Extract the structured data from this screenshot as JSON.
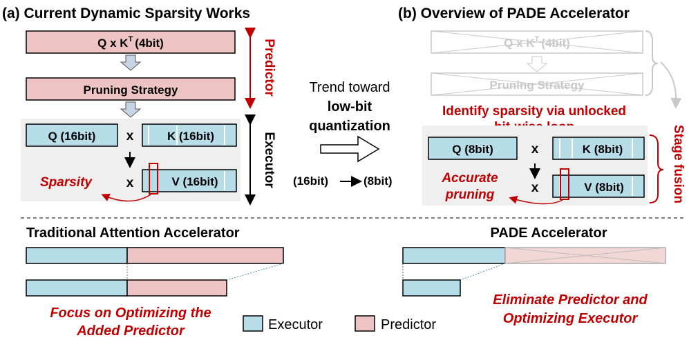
{
  "left_panel": {
    "title": "(a) Current Dynamic Sparsity Works",
    "qk_box": "Q x K",
    "qk_sup": "T",
    "qk_bits": "(4bit)",
    "pruning_box": "Pruning Strategy",
    "predictor_label": "Predictor",
    "executor_label": "Executor",
    "q_box": "Q (16bit)",
    "k_box": "K (16bit)",
    "v_box": "V (16bit)",
    "mult1": "x",
    "mult2": "x",
    "sparsity": "Sparsity"
  },
  "middle": {
    "trend_line1": "Trend toward",
    "trend_line2": "low-bit",
    "trend_line3": "quantization",
    "bits_from": "(16bit)",
    "bits_to": "(8bit)"
  },
  "right_panel": {
    "title": "(b) Overview of PADE Accelerator",
    "qk_box": "Q x K",
    "qk_sup": "T",
    "qk_bits": "(4bit)",
    "pruning_box": "Pruning Strategy",
    "identify_line1": "Identify sparsity via unlocked",
    "identify_line2": "bit-wise loop",
    "stage_fusion": "Stage fusion",
    "q_box": "Q (8bit)",
    "k_box": "K (8bit)",
    "v_box": "V (8bit)",
    "mult1": "x",
    "mult2": "x",
    "accurate_line1": "Accurate",
    "accurate_line2": "pruning"
  },
  "bottom": {
    "traditional_title": "Traditional Attention Accelerator",
    "pade_title": "PADE Accelerator",
    "focus_line1": "Focus on Optimizing the",
    "focus_line2": "Added Predictor",
    "eliminate_line1": "Eliminate Predictor and",
    "eliminate_line2": "Optimizing Executor",
    "legend_executor": "Executor",
    "legend_predictor": "Predictor"
  },
  "colors": {
    "executor_fill": "#b7dde8",
    "predictor_fill": "#eec3c3",
    "red_text": "#c00000",
    "gray": "#c8c8c8"
  }
}
